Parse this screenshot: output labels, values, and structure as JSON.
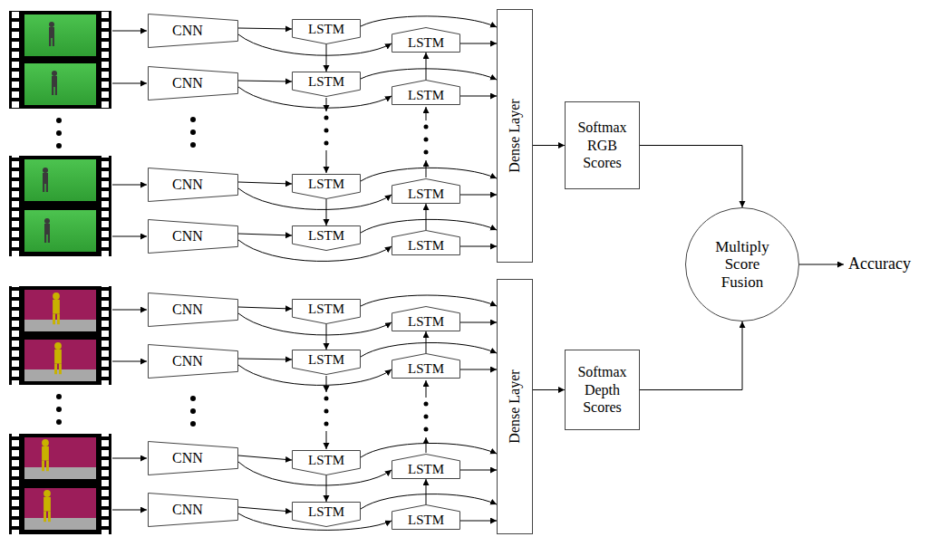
{
  "diagram": {
    "nodes": [
      {
        "text": [
          "CNN"
        ]
      },
      {
        "text": [
          "CNN"
        ]
      },
      {
        "text": [
          "CNN"
        ]
      },
      {
        "text": [
          "CNN"
        ]
      },
      {
        "text": [
          "LSTM"
        ]
      },
      {
        "text": [
          "LSTM"
        ]
      },
      {
        "text": [
          "LSTM"
        ]
      },
      {
        "text": [
          "LSTM"
        ]
      },
      {
        "text": [
          "LSTM"
        ]
      },
      {
        "text": [
          "LSTM"
        ]
      },
      {
        "text": [
          "LSTM"
        ]
      },
      {
        "text": [
          "LSTM"
        ]
      },
      {
        "text": [
          "Dense Layer"
        ]
      },
      {
        "text": [
          "Softmax RGB Scores"
        ]
      },
      {
        "text": [
          "Multiply Score Fusion"
        ]
      },
      {
        "text": [
          "CNN"
        ]
      },
      {
        "text": [
          "CNN"
        ]
      },
      {
        "text": [
          "CNN"
        ]
      },
      {
        "text": [
          "CNN"
        ]
      },
      {
        "text": [
          "LSTM"
        ]
      },
      {
        "text": [
          "LSTM"
        ]
      },
      {
        "text": [
          "LSTM"
        ]
      },
      {
        "text": [
          "LSTM"
        ]
      },
      {
        "text": [
          "LSTM"
        ]
      },
      {
        "text": [
          "LSTM"
        ]
      },
      {
        "text": [
          "LSTM"
        ]
      },
      {
        "text": [
          "LSTM"
        ]
      },
      {
        "text": [
          "Dense Layer"
        ]
      },
      {
        "text": [
          "Softmax Depth Scores"
        ]
      }
    ],
    "edges": [
      {
        "from": 0,
        "to": 4,
        "arrow": "to"
      },
      {
        "from": 1,
        "to": 5,
        "arrow": "to"
      },
      {
        "from": 2,
        "to": 6,
        "arrow": "to"
      },
      {
        "from": 3,
        "to": 7,
        "arrow": "to"
      },
      {
        "from": 0,
        "to": 8,
        "arrow": "to"
      },
      {
        "from": 1,
        "to": 9,
        "arrow": "to"
      },
      {
        "from": 2,
        "to": 10,
        "arrow": "to"
      },
      {
        "from": 3,
        "to": 11,
        "arrow": "to"
      },
      {
        "from": 4,
        "to": 5,
        "arrow": "to"
      },
      {
        "from": 6,
        "to": 7,
        "arrow": "to"
      },
      {
        "from": 11,
        "to": 10,
        "arrow": "to"
      },
      {
        "from": 9,
        "to": 8,
        "arrow": "to"
      },
      {
        "from": 4,
        "to": 12,
        "arrow": "to"
      },
      {
        "from": 5,
        "to": 12,
        "arrow": "to"
      },
      {
        "from": 6,
        "to": 12,
        "arrow": "to"
      },
      {
        "from": 7,
        "to": 12,
        "arrow": "to"
      },
      {
        "from": 8,
        "to": 12,
        "arrow": "to"
      },
      {
        "from": 9,
        "to": 12,
        "arrow": "to"
      },
      {
        "from": 10,
        "to": 12,
        "arrow": "to"
      },
      {
        "from": 11,
        "to": 12,
        "arrow": "to"
      },
      {
        "from": 12,
        "to": 13,
        "arrow": "to"
      },
      {
        "from": 13,
        "to": 14,
        "arrow": "to"
      },
      {
        "from": 15,
        "to": 19,
        "arrow": "to"
      },
      {
        "from": 16,
        "to": 20,
        "arrow": "to"
      },
      {
        "from": 17,
        "to": 21,
        "arrow": "to"
      },
      {
        "from": 18,
        "to": 22,
        "arrow": "to"
      },
      {
        "from": 15,
        "to": 23,
        "arrow": "to"
      },
      {
        "from": 16,
        "to": 24,
        "arrow": "to"
      },
      {
        "from": 17,
        "to": 25,
        "arrow": "to"
      },
      {
        "from": 18,
        "to": 26,
        "arrow": "to"
      },
      {
        "from": 19,
        "to": 20,
        "arrow": "to"
      },
      {
        "from": 21,
        "to": 22,
        "arrow": "to"
      },
      {
        "from": 26,
        "to": 25,
        "arrow": "to"
      },
      {
        "from": 24,
        "to": 23,
        "arrow": "to"
      },
      {
        "from": 19,
        "to": 27,
        "arrow": "to"
      },
      {
        "from": 20,
        "to": 27,
        "arrow": "to"
      },
      {
        "from": 21,
        "to": 27,
        "arrow": "to"
      },
      {
        "from": 22,
        "to": 27,
        "arrow": "to"
      },
      {
        "from": 23,
        "to": 27,
        "arrow": "to"
      },
      {
        "from": 24,
        "to": 27,
        "arrow": "to"
      },
      {
        "from": 25,
        "to": 27,
        "arrow": "to"
      },
      {
        "from": 26,
        "to": 27,
        "arrow": "to"
      },
      {
        "from": 27,
        "to": 28,
        "arrow": "to"
      },
      {
        "from": 28,
        "to": 14,
        "arrow": "to"
      }
    ],
    "labels": [
      "Accuracy"
    ]
  }
}
